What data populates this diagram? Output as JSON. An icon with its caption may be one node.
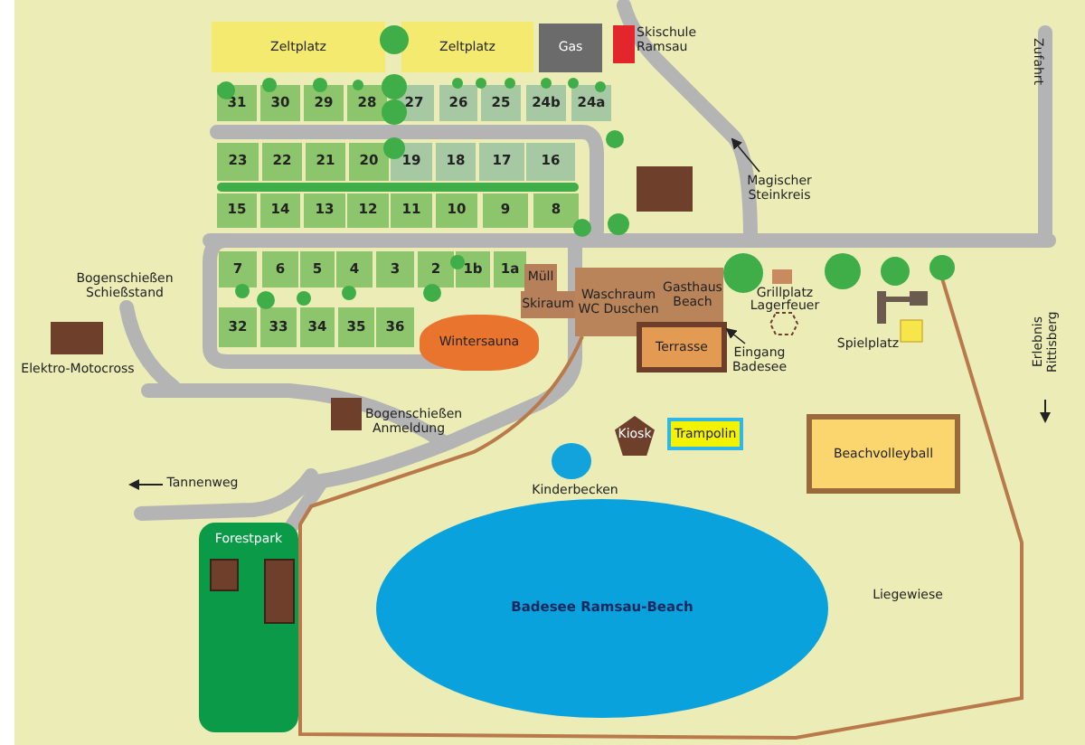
{
  "diagram": {
    "nodes": [
      {
        "text": [
          "Zeltplatz"
        ]
      },
      {
        "text": [
          "Zeltplatz"
        ]
      },
      {
        "text": [
          "Gas"
        ]
      },
      {
        "text": [],
        "shape": "box",
        "beside": [
          "Skischule Ramsau"
        ]
      },
      {
        "text": [
          "31"
        ]
      },
      {
        "text": [
          "30"
        ]
      },
      {
        "text": [
          "29"
        ]
      },
      {
        "text": [
          "28"
        ]
      },
      {
        "text": [
          "27"
        ]
      },
      {
        "text": [
          "26"
        ]
      },
      {
        "text": [
          "25"
        ]
      },
      {
        "text": [
          "24b"
        ]
      },
      {
        "text": [
          "24a"
        ]
      },
      {
        "text": [
          "23"
        ]
      },
      {
        "text": [
          "22"
        ]
      },
      {
        "text": [
          "21"
        ]
      },
      {
        "text": [
          "20"
        ]
      },
      {
        "text": [
          "19"
        ]
      },
      {
        "text": [
          "18"
        ]
      },
      {
        "text": [
          "17"
        ]
      },
      {
        "text": [
          "16"
        ]
      },
      {
        "text": [],
        "shape": "box"
      },
      {
        "text": [
          "15"
        ]
      },
      {
        "text": [
          "14"
        ]
      },
      {
        "text": [
          "13"
        ]
      },
      {
        "text": [
          "12"
        ]
      },
      {
        "text": [
          "11"
        ]
      },
      {
        "text": [
          "10"
        ]
      },
      {
        "text": [
          "9"
        ]
      },
      {
        "text": [
          "8"
        ]
      },
      {
        "text": [
          "Magischer Steinkreis"
        ]
      },
      {
        "text": [
          "7"
        ]
      },
      {
        "text": [
          "6"
        ]
      },
      {
        "text": [
          "5"
        ]
      },
      {
        "text": [
          "4"
        ]
      },
      {
        "text": [
          "3"
        ]
      },
      {
        "text": [
          "2"
        ]
      },
      {
        "text": [
          "1b"
        ]
      },
      {
        "text": [
          "1a"
        ]
      },
      {
        "text": [
          "Müll"
        ]
      },
      {
        "text": [
          "Skiraum"
        ]
      },
      {
        "text": [
          "Waschraum",
          "WC Duschen"
        ]
      },
      {
        "text": [
          "Gasthaus Beach"
        ]
      },
      {
        "text": [],
        "shape": "box",
        "beside": [
          "Grillplatz"
        ]
      },
      {
        "text": [],
        "shape": "hexagon",
        "beside": [
          "Lagerfeuer"
        ]
      },
      {
        "text": [],
        "shape": "picture",
        "beside": [
          "Spielplatz"
        ]
      },
      {
        "text": [],
        "shape": "box",
        "beside": [
          "Elektro-Motocross"
        ]
      },
      {
        "text": [
          "32"
        ]
      },
      {
        "text": [
          "33"
        ]
      },
      {
        "text": [
          "34"
        ]
      },
      {
        "text": [
          "35"
        ]
      },
      {
        "text": [
          "36"
        ]
      },
      {
        "text": [
          "Wintersauna"
        ]
      },
      {
        "text": [
          "Terrasse"
        ]
      },
      {
        "text": [
          "Eingang Badesee"
        ]
      },
      {
        "text": [],
        "shape": "box",
        "beside": [
          "Bogenschießen Anmeldung"
        ]
      },
      {
        "text": [
          "Kiosk"
        ]
      },
      {
        "text": [
          "Trampolin"
        ]
      },
      {
        "text": [],
        "shape": "circle",
        "beside": [
          "Kinderbecken"
        ]
      },
      {
        "text": [
          "Beachvolleyball"
        ]
      },
      {
        "text": [
          "Forestpark"
        ]
      },
      {
        "text": [],
        "shape": "box",
        "in": 60
      },
      {
        "text": [],
        "shape": "box",
        "in": 60
      },
      {
        "text": [
          "Badesee Ramsau-Beach"
        ]
      }
    ],
    "edges": [
      {
        "from": 30,
        "to": null,
        "arrow": "to"
      },
      {
        "from": 54,
        "to": 53,
        "arrow": "to"
      }
    ],
    "labels": [
      "Zufahrt",
      "Bogenschießen Schießstand",
      "Erlebnis Rittisberg",
      "Tannenweg",
      "Liegewiese"
    ]
  }
}
